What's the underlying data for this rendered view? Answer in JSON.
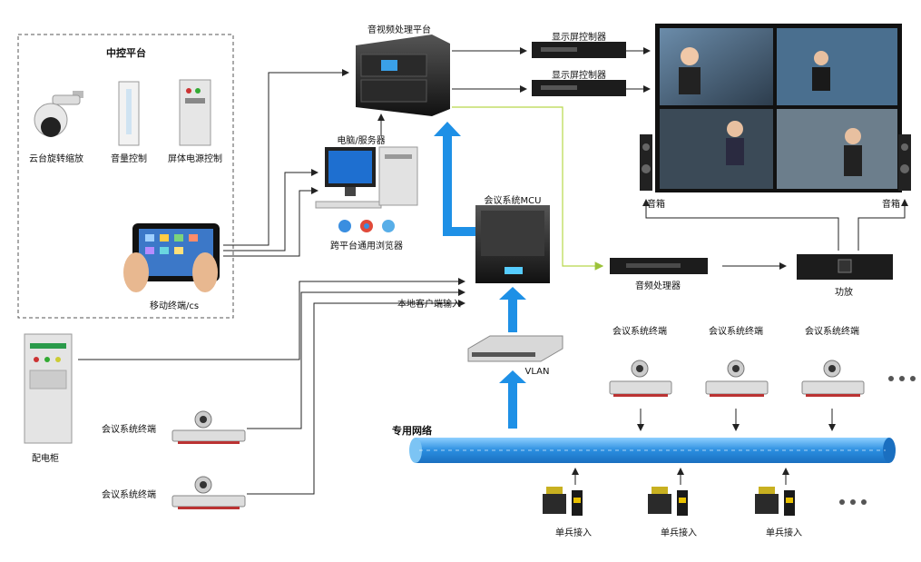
{
  "control_platform": {
    "title": "中控平台",
    "items": [
      "云台旋转缩放",
      "音量控制",
      "屏体电源控制"
    ]
  },
  "mobile_terminal": "移动终端/cs",
  "distribution_cabinet": "配电柜",
  "av_platform": "音视频处理平台",
  "display_controllers": [
    "显示屏控制器",
    "显示屏控制器"
  ],
  "pc_server": "电脑/服务器",
  "browser_label": "跨平台通用浏览器",
  "mcu": "会议系统MCU",
  "local_client_input": "本地客户端输入",
  "vlan": "VLAN",
  "audio_processor": "音频处理器",
  "amplifier": "功放",
  "speakers": [
    "音箱",
    "音箱"
  ],
  "private_network": "专用网络",
  "terminals_left": [
    "会议系统终端",
    "会议系统终端"
  ],
  "terminals_right": [
    "会议系统终端",
    "会议系统终端",
    "会议系统终端"
  ],
  "single_access": [
    "单兵接入",
    "单兵接入",
    "单兵接入"
  ],
  "colors": {
    "blue_arrow": "#1e90e6",
    "network_pipe": "#3aa0e8",
    "green_line": "#b8d84a",
    "line": "#222222"
  }
}
